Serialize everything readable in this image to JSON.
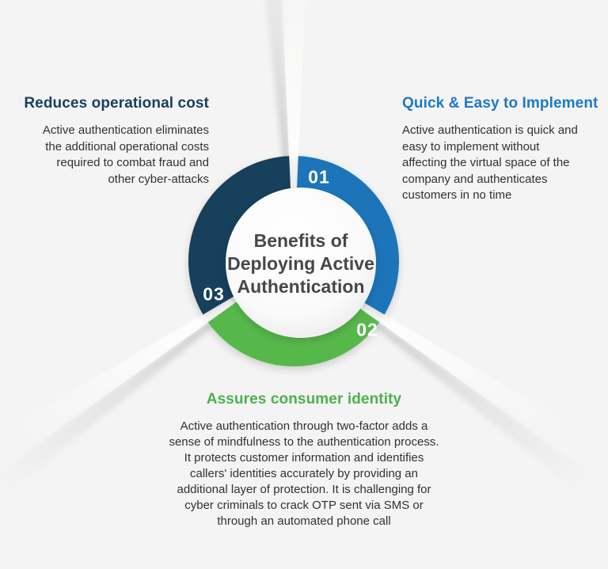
{
  "background_color": "#f4f4f4",
  "center": {
    "title": "Benefits of\nDeploying Active\nAuthentication",
    "text_color": "#45484b"
  },
  "segments": [
    {
      "number": "01",
      "color": "#1e74b9",
      "label_color": "#ffffff"
    },
    {
      "number": "02",
      "color": "#57b84b",
      "label_color": "#ffffff"
    },
    {
      "number": "03",
      "color": "#173f5c",
      "label_color": "#ffffff"
    }
  ],
  "benefits": [
    {
      "title": "Reduces operational cost",
      "title_color": "#173f5f",
      "body": "Active authentication eliminates\nthe additional operational costs\nrequired to combat fraud and\nother cyber-attacks"
    },
    {
      "title": "Quick & Easy to Implement",
      "title_color": "#1d79c6",
      "body": "Active authentication is quick and\neasy to implement without\naffecting the virtual space of the\ncompany and authenticates\ncustomers in no time"
    },
    {
      "title": "Assures consumer identity",
      "title_color": "#4db04c",
      "body": "Active authentication through two-factor adds a\nsense of mindfulness to the authentication process.\nIt protects customer information and identifies\ncallers' identities accurately by providing an\nadditional layer of protection. It is challenging for\ncyber criminals to crack OTP sent via SMS or\nthrough an automated phone call"
    }
  ]
}
